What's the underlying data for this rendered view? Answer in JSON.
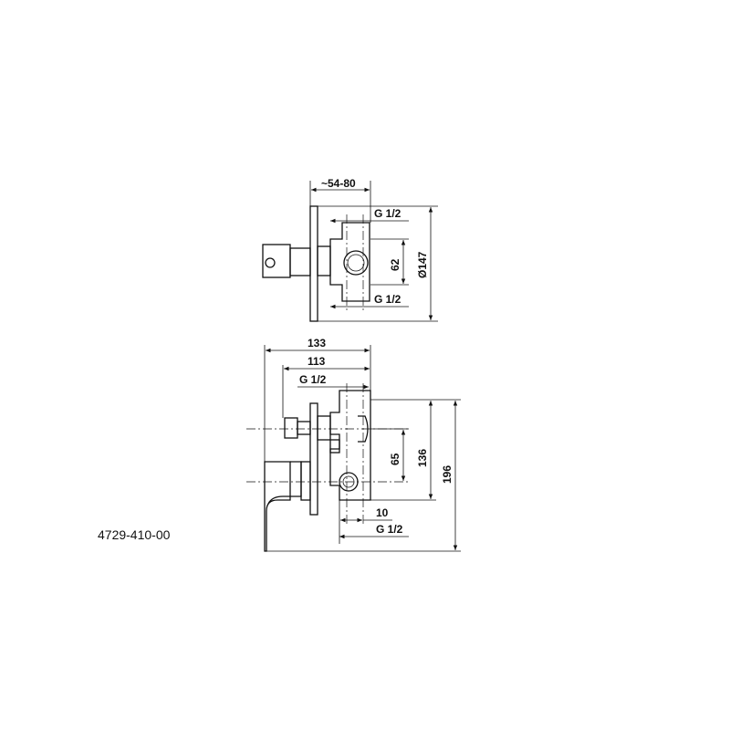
{
  "drawing": {
    "product_code": "4729-410-00",
    "top_view": {
      "depth_range": "~54-80",
      "inlet_top": "G 1/2",
      "inlet_spacing": "62",
      "plate_diameter": "Ø147",
      "inlet_bottom": "G 1/2"
    },
    "front_view": {
      "overall_depth": "133",
      "body_depth": "113",
      "connection_top": "G 1/2",
      "outlet_spacing": "65",
      "body_height": "136",
      "overall_height": "196",
      "offset": "10",
      "connection_bottom": "G 1/2"
    }
  }
}
